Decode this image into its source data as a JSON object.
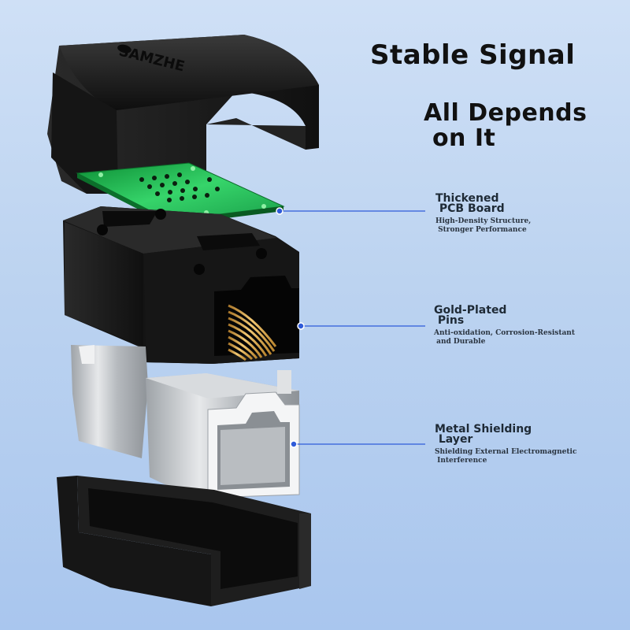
{
  "headline": {
    "line1": "Stable Signal",
    "line2": "All Depends\n on It"
  },
  "brand_logo_text": "SAMZHE",
  "callouts": [
    {
      "title": "Thickened\n PCB Board",
      "desc": "High-Density Structure,\n Stronger Performance"
    },
    {
      "title": "Gold-Plated\n Pins",
      "desc": "Anti-oxidation, Corrosion-Resistant\n and Durable"
    },
    {
      "title": "Metal Shielding\n Layer",
      "desc": "Shielding External Electromagnetic\n Interference"
    }
  ],
  "colors": {
    "background_top": "#cfe0f6",
    "background_bottom": "#a9c6ee",
    "leader_line": "#2f5bd9",
    "pcb_green": "#2fc45a",
    "plastic_black": "#1a1a1a",
    "pin_gold": "#d8a24a",
    "metal_silver": "#c9cdd2"
  }
}
